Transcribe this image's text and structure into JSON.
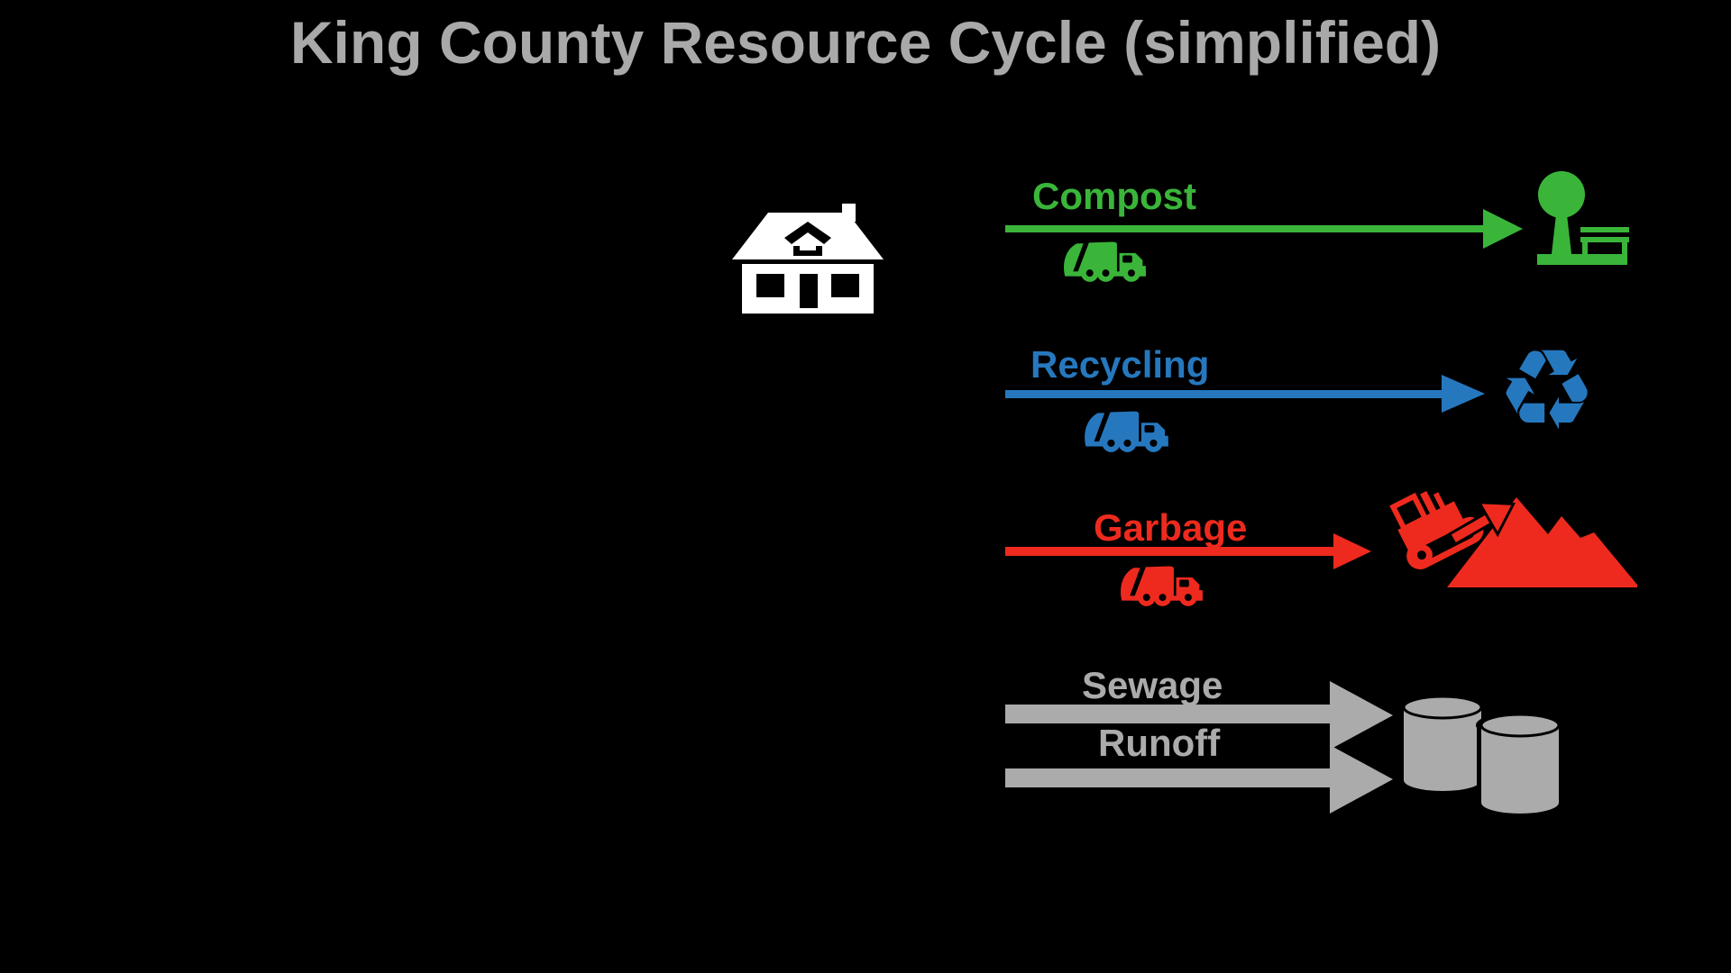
{
  "title": "King County Resource Cycle (simplified)",
  "colors": {
    "background": "#000000",
    "title": "#A9A9A9",
    "compost": "#3AB53A",
    "recycling": "#2678BE",
    "garbage": "#EE2A1E",
    "neutral": "#ABABAB",
    "white": "#FFFFFF"
  },
  "source_icon": "house-icon",
  "flows": {
    "compost": {
      "label": "Compost",
      "vehicle_icon": "garbage-truck-icon",
      "destination_icon": "park-tree-and-bench-icon"
    },
    "recycling": {
      "label": "Recycling",
      "vehicle_icon": "garbage-truck-icon",
      "destination_icon": "recycling-symbol-icon"
    },
    "garbage": {
      "label": "Garbage",
      "vehicle_icon": "garbage-truck-icon",
      "destination_icon": "landfill-bulldozer-and-mound-icon"
    },
    "sewage": {
      "label": "Sewage",
      "destination_icon": "treatment-tanks-icon"
    },
    "runoff": {
      "label": "Runoff",
      "destination_icon": "treatment-tanks-icon"
    }
  },
  "glyphs": {
    "recycling_symbol": "♻"
  }
}
